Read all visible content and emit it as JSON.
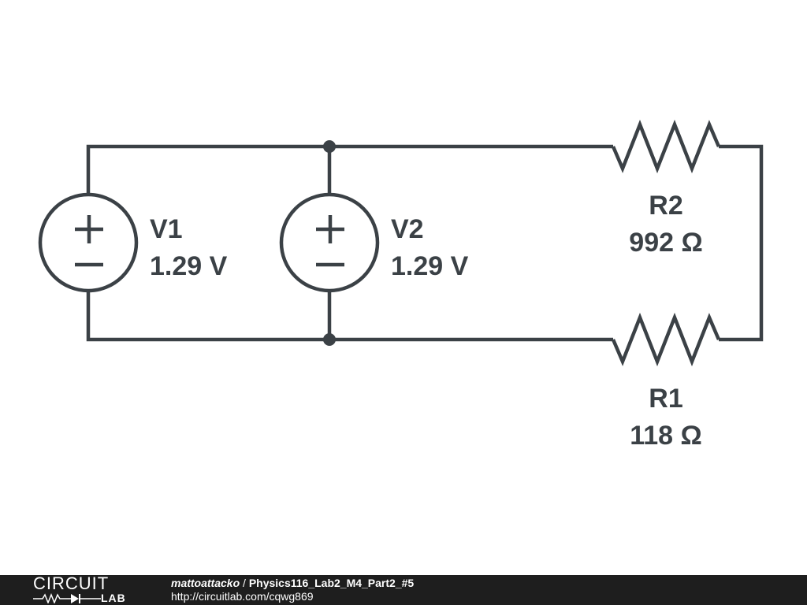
{
  "schematic": {
    "components": {
      "V1": {
        "name": "V1",
        "value": "1.29 V"
      },
      "V2": {
        "name": "V2",
        "value": "1.29 V"
      },
      "R2": {
        "name": "R2",
        "value": "992 Ω"
      },
      "R1": {
        "name": "R1",
        "value": "118 Ω"
      }
    },
    "colors": {
      "wire": "#3b4146",
      "background": "#ffffff"
    }
  },
  "footer": {
    "logo_top": "CIRCUIT",
    "logo_bottom": "LAB",
    "author": "mattoattacko",
    "separator": " / ",
    "title": "Physics116_Lab2_M4_Part2_#5",
    "url": "http://circuitlab.com/cqwg869",
    "background": "#1e1e1e"
  }
}
